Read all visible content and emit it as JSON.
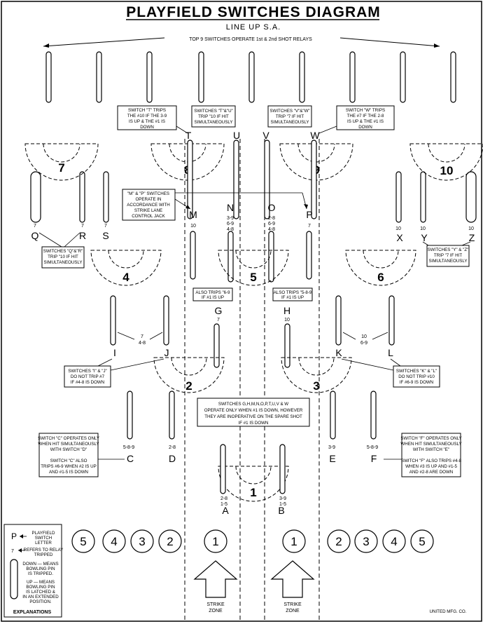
{
  "title": "PLAYFIELD SWITCHES DIAGRAM",
  "subtitle": "LINE UP S.A.",
  "top_note": "TOP 9 SWITCHES OPERATE 1st & 2nd SHOT RELAYS",
  "holes": [
    {
      "id": "7",
      "label": "7"
    },
    {
      "id": "8",
      "label": "8"
    },
    {
      "id": "9",
      "label": "9"
    },
    {
      "id": "10",
      "label": "10"
    },
    {
      "id": "4",
      "label": "4"
    },
    {
      "id": "5",
      "label": "5"
    },
    {
      "id": "6",
      "label": "6"
    },
    {
      "id": "2",
      "label": "2"
    },
    {
      "id": "3",
      "label": "3"
    },
    {
      "id": "1",
      "label": "1"
    }
  ],
  "switch_letters": {
    "T": "T",
    "U": "U",
    "V": "V",
    "W": "W",
    "M": "M",
    "N": "N",
    "O": "O",
    "P": "P",
    "Q": "Q",
    "R": "R",
    "S": "S",
    "X": "X",
    "Y": "Y",
    "Z": "Z",
    "G": "G",
    "H": "H",
    "I": "I",
    "J": "J",
    "K": "K",
    "L": "L",
    "C": "C",
    "D": "D",
    "E": "E",
    "F": "F",
    "A": "A",
    "B": "B"
  },
  "relay_numbers": {
    "M": "10",
    "N1": "3-9",
    "N2": "6-9",
    "N3": "4-8",
    "O1": "2-8",
    "O2": "6-9",
    "O3": "4-8",
    "P": "7",
    "Q": "7",
    "R": "7",
    "S": "7",
    "X": "10",
    "Y": "10",
    "Z": "10",
    "G": "7",
    "H": "10",
    "IJ1": "7",
    "IJ2": "4-8",
    "KL1": "10",
    "KL2": "6-9",
    "C": "5-8-9",
    "D": "2-8",
    "E": "3-9",
    "F": "5-8-9",
    "A1": "2-8",
    "A2": "1-5",
    "B1": "3-9",
    "B2": "1-5"
  },
  "notes": {
    "T": [
      "SWITCH \"T\" TRIPS",
      "THE #10 IF THE 3-9",
      "IS UP & THE #1 IS",
      "DOWN"
    ],
    "TU": [
      "SWITCHES \"T\"&\"U\"",
      "TRIP \"10 IF HIT",
      "SIMULTANEOUSLY"
    ],
    "VW": [
      "SWITCHES \"V\"&\"W\"",
      "TRIP \"7 IF HIT",
      "SIMULTANEOUSLY"
    ],
    "W": [
      "SWITCH \"W\" TRIPS",
      "THE #7 IF THE 2-8",
      "IS UP & THE #1 IS",
      "DOWN"
    ],
    "MP": [
      "\"M\" & \"P\" SWITCHES",
      "OPERATE IN",
      "ACCORDANCE WITH",
      "STRIKE LANE",
      "CONTROL JACK"
    ],
    "QR": [
      "SWITCHES \"Q\"&\"R\"",
      "TRIP \"10 IF HIT",
      "SIMULTANEOUSLY"
    ],
    "YZ": [
      "SWITCHES \"Y\" & \"Z\"",
      "TRIP \"7 IF HIT",
      "SIMULTANEOUSLY"
    ],
    "G": [
      "ALSO TRIPS \"6-9",
      "IF #1 IS UP"
    ],
    "H": [
      "ALSO TRIPS \"5-8-9",
      "IF #1 IS UP"
    ],
    "IJ": [
      "SWITCHES \"I\" & \"J\"",
      "DO NOT TRIP #7",
      "IF #4-8 IS DOWN"
    ],
    "KL": [
      "SWITCHES \"K\" & \"L\"",
      "DO NOT TRIP #10",
      "IF #6-9 IS DOWN"
    ],
    "GW": [
      "SWITCHES G,H,M,N,O,P,T,U,V & W",
      "OPERATE ONLY WHEN #1 IS DOWN, HOWEVER",
      "THEY ARE INOPERATIVE ON THE SPARE SHOT",
      "IF #1 IS DOWN"
    ],
    "C": [
      "SWITCH \"C\" OPERATES ONLY",
      "WHEN HIT SIMULTANEOUSLY",
      "WITH SWITCH \"D\"",
      "",
      "SWITCH \"C\" ALSO",
      "TRIPS #6-9 WHEN #2 IS UP",
      "AND #1-5 IS DOWN"
    ],
    "F": [
      "SWITCH \"F\" OPERATES ONLY",
      "WHEN HIT SIMULTANEOUSLY",
      "WITH SWITCH \"E\"",
      "",
      "SWITCH \"F\" ALSO TRIPS #4-8",
      "WHEN #3 IS UP AND #1-5",
      "AND #2-8 ARE DOWN"
    ]
  },
  "bottom_circles": [
    "5",
    "4",
    "3",
    "2",
    "1",
    "1",
    "2",
    "3",
    "4",
    "5"
  ],
  "strike_zone": [
    "STRIKE",
    "ZONE"
  ],
  "explanations": {
    "letter": "P",
    "number": "7",
    "letter_desc": [
      "PLAYFIELD",
      "SWITCH",
      "LETTER"
    ],
    "number_desc": [
      "REFERS TO RELAY",
      "TRIPPED"
    ],
    "down_desc": [
      "DOWN — MEANS",
      "BOWLING PIN",
      "IS TRIPPED."
    ],
    "up_desc": [
      "UP — MEANS",
      "BOWLING PIN",
      "IS LATCHED &",
      "IN AN EXTENDED",
      "POSITION."
    ],
    "heading": "EXPLANATIONS"
  },
  "maker": "UNITED MFG. CO."
}
